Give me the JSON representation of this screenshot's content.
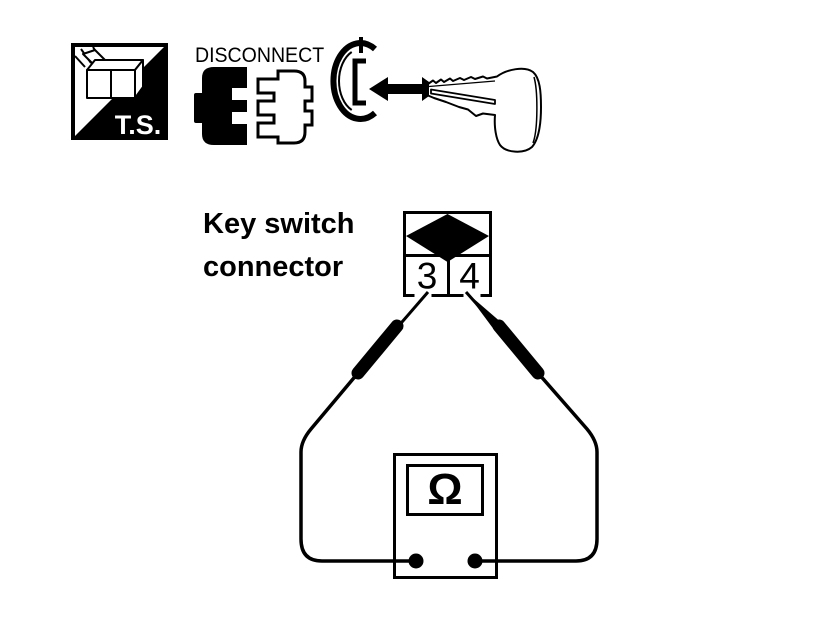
{
  "icons": {
    "ts": {
      "label": "T.S."
    },
    "disconnect": {
      "label": "DISCONNECT"
    },
    "key": {
      "name": "key-insert-remove"
    }
  },
  "diagram": {
    "label": {
      "line1": "Key switch",
      "line2": "connector"
    },
    "connector": {
      "pins": [
        "3",
        "4"
      ]
    },
    "meter": {
      "symbol": "Ω"
    }
  },
  "colors": {
    "ink": "#000000",
    "paper": "#ffffff"
  }
}
